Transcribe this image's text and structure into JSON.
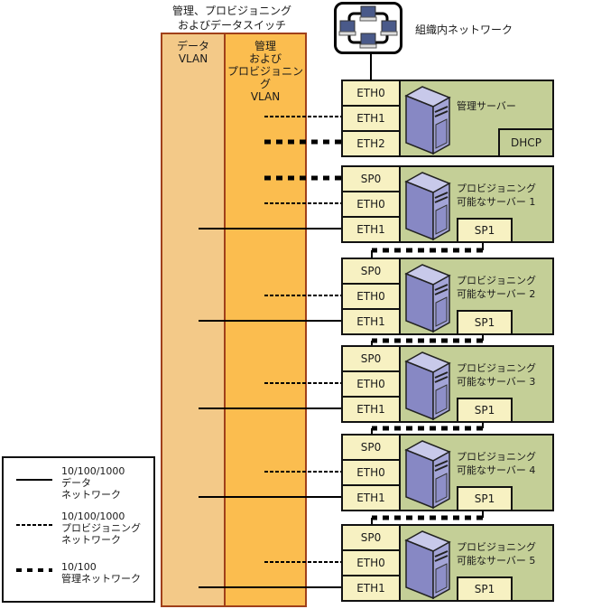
{
  "switch": {
    "title_line1": "管理、プロビジョニング",
    "title_line2": "およびデータスイッチ",
    "data_vlan": {
      "line1": "データ",
      "line2": "VLAN"
    },
    "mgmt_vlan": {
      "line1": "管理",
      "line2": "および",
      "line3": "プロビジョニング",
      "line4": "VLAN"
    }
  },
  "network": {
    "label": "組織内ネットワーク",
    "icon": "network-computers-icon"
  },
  "management_server": {
    "name": "管理サーバー",
    "ports": [
      "ETH0",
      "ETH1",
      "ETH2"
    ],
    "service": "DHCP"
  },
  "provisionable_servers": [
    {
      "name_line1": "プロビジョニング",
      "name_line2": "可能なサーバー 1",
      "ports": [
        "SP0",
        "ETH0",
        "ETH1"
      ],
      "sp1": "SP1"
    },
    {
      "name_line1": "プロビジョニング",
      "name_line2": "可能なサーバー 2",
      "ports": [
        "SP0",
        "ETH0",
        "ETH1"
      ],
      "sp1": "SP1"
    },
    {
      "name_line1": "プロビジョニング",
      "name_line2": "可能なサーバー 3",
      "ports": [
        "SP0",
        "ETH0",
        "ETH1"
      ],
      "sp1": "SP1"
    },
    {
      "name_line1": "プロビジョニング",
      "name_line2": "可能なサーバー 4",
      "ports": [
        "SP0",
        "ETH0",
        "ETH1"
      ],
      "sp1": "SP1"
    },
    {
      "name_line1": "プロビジョニング",
      "name_line2": "可能なサーバー 5",
      "ports": [
        "SP0",
        "ETH0",
        "ETH1"
      ],
      "sp1": "SP1"
    }
  ],
  "legend": [
    {
      "style": "solid",
      "line1": "10/100/1000",
      "line2": "データ",
      "line3": "ネットワーク"
    },
    {
      "style": "dotted",
      "line1": "10/100/1000",
      "line2": "プロビジョニング",
      "line3": "ネットワーク"
    },
    {
      "style": "thick-dashed",
      "line1": "10/100",
      "line2": "管理ネットワーク",
      "line3": ""
    }
  ],
  "colors": {
    "data_vlan": "#f3c988",
    "mgmt_vlan": "#fbbd4f",
    "vlan_border": "#a0401a",
    "server_bg": "#c4cf97",
    "port_bg": "#f7f1c2",
    "tower": "#9b9ccf"
  }
}
